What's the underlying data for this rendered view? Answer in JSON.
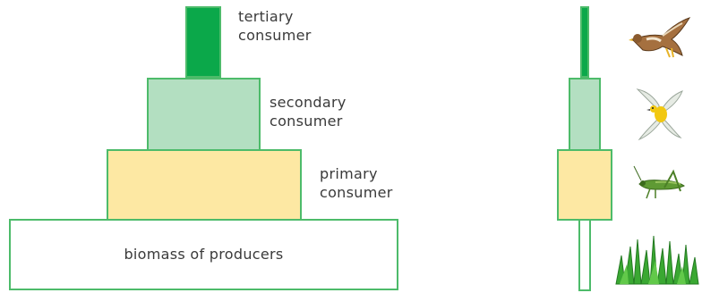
{
  "title": "",
  "colors": {
    "tertiary_fill": "#0ba84a",
    "secondary_fill": "#b3dfc1",
    "primary_fill": "#fde8a3",
    "producer_fill": "#ffffff",
    "outline": "#4dbb6a",
    "text": "#3a3a3a"
  },
  "labels": {
    "tertiary": [
      "tertiary",
      "consumer"
    ],
    "secondary": [
      "secondary",
      "consumer"
    ],
    "primary": [
      "primary",
      "consumer"
    ],
    "producers": "biomass of producers"
  },
  "organisms": [
    {
      "level": "tertiary consumer",
      "icon": "hawk-icon"
    },
    {
      "level": "secondary consumer",
      "icon": "bird-icon"
    },
    {
      "level": "primary consumer",
      "icon": "grasshopper-icon"
    },
    {
      "level": "producers",
      "icon": "grass-icon"
    }
  ]
}
